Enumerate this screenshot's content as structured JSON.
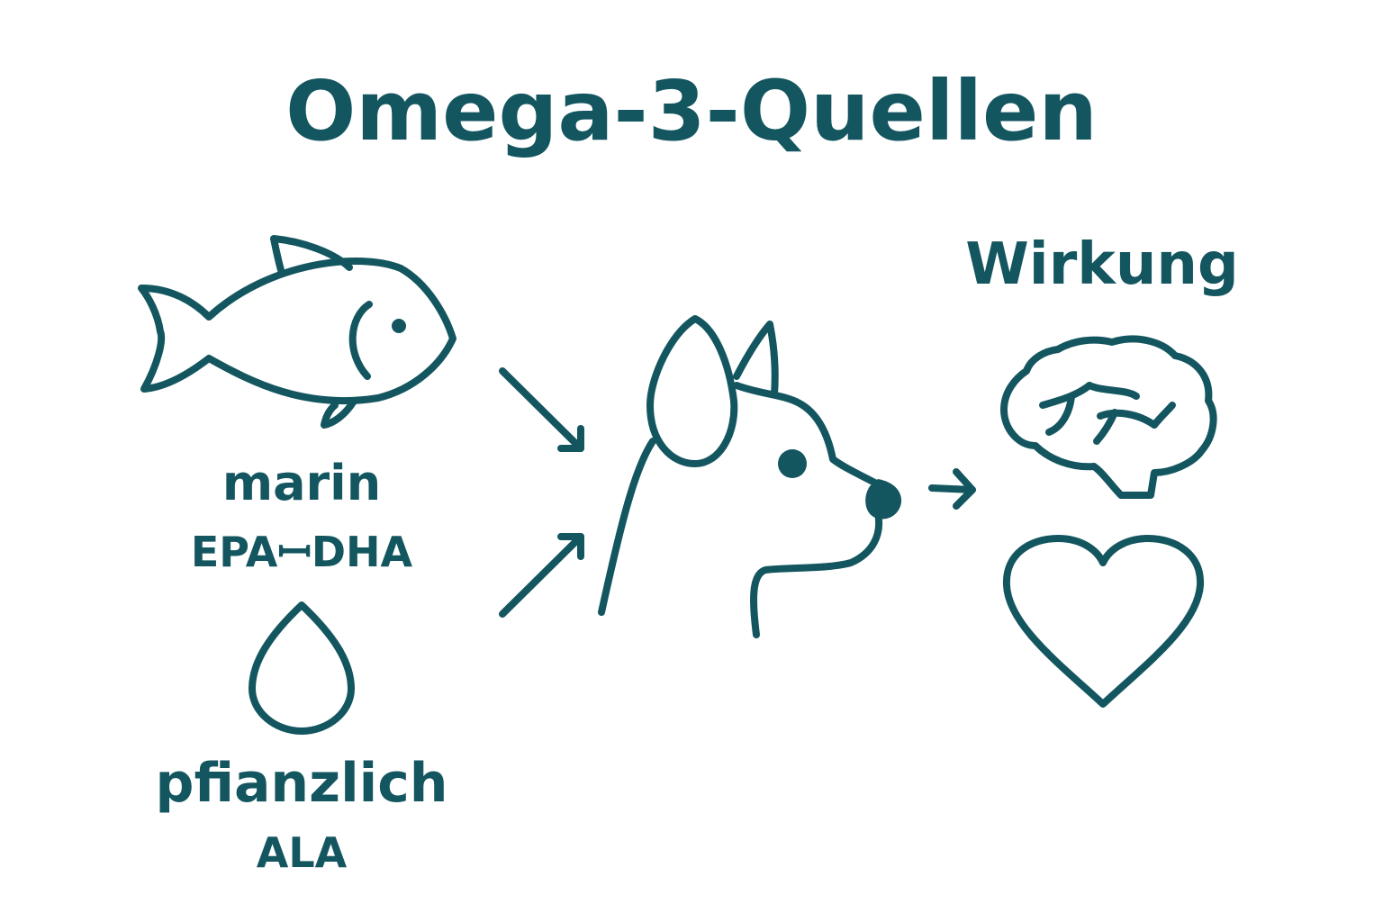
{
  "title": "Omega-3-Quellen",
  "sources": {
    "marine": {
      "label": "marin",
      "subtitle": "EPAꟷDHA",
      "icon": "fish-icon"
    },
    "plant": {
      "label": "pfianzlich",
      "subtitle": "ALA",
      "icon": "drop-icon"
    }
  },
  "center": {
    "icon": "dog-icon"
  },
  "effects": {
    "heading": "Wirkung",
    "icons": [
      "brain-icon",
      "heart-icon"
    ]
  },
  "colors": {
    "primary": "#145660",
    "background": "#ffffff"
  }
}
